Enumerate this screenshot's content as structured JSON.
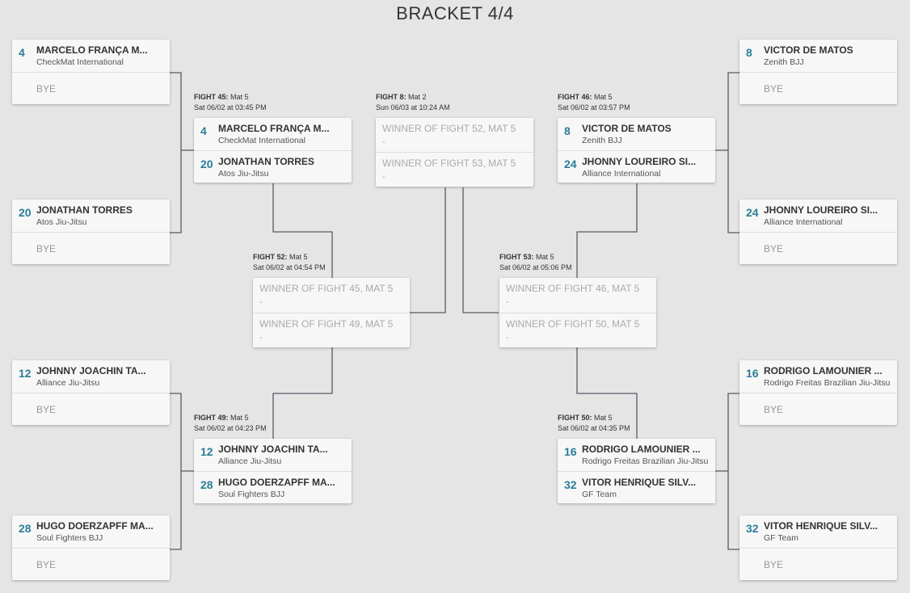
{
  "page": {
    "title": "BRACKET 4/4"
  },
  "bye_label": "BYE",
  "first_round": [
    {
      "seed": "4",
      "name": "MARCELO FRANÇA M...",
      "team": "CheckMat International"
    },
    {
      "seed": "20",
      "name": "JONATHAN TORRES",
      "team": "Atos Jiu-Jitsu"
    },
    {
      "seed": "12",
      "name": "JOHNNY JOACHIN TA...",
      "team": "Alliance Jiu-Jitsu"
    },
    {
      "seed": "28",
      "name": "HUGO DOERZAPFF MA...",
      "team": "Soul Fighters BJJ"
    },
    {
      "seed": "8",
      "name": "VICTOR DE MATOS",
      "team": "Zenith BJJ"
    },
    {
      "seed": "24",
      "name": "JHONNY LOUREIRO SI...",
      "team": "Alliance International"
    },
    {
      "seed": "16",
      "name": "RODRIGO LAMOUNIER ...",
      "team": "Rodrigo Freitas Brazilian Jiu-Jitsu"
    },
    {
      "seed": "32",
      "name": "VITOR HENRIQUE SILV...",
      "team": "GF Team"
    }
  ],
  "fights": {
    "f45": {
      "fight_number": "FIGHT 45:",
      "mat": "Mat 5",
      "time": "Sat 06/02 at 03:45 PM",
      "top": {
        "seed": "4",
        "name": "MARCELO FRANÇA M...",
        "team": "CheckMat International"
      },
      "bottom": {
        "seed": "20",
        "name": "JONATHAN TORRES",
        "team": "Atos Jiu-Jitsu"
      }
    },
    "f49": {
      "fight_number": "FIGHT 49:",
      "mat": "Mat 5",
      "time": "Sat 06/02 at 04:23 PM",
      "top": {
        "seed": "12",
        "name": "JOHNNY JOACHIN TA...",
        "team": "Alliance Jiu-Jitsu"
      },
      "bottom": {
        "seed": "28",
        "name": "HUGO DOERZAPFF MA...",
        "team": "Soul Fighters BJJ"
      }
    },
    "f46": {
      "fight_number": "FIGHT 46:",
      "mat": "Mat 5",
      "time": "Sat 06/02 at 03:57 PM",
      "top": {
        "seed": "8",
        "name": "VICTOR DE MATOS",
        "team": "Zenith BJJ"
      },
      "bottom": {
        "seed": "24",
        "name": "JHONNY LOUREIRO SI...",
        "team": "Alliance International"
      }
    },
    "f50": {
      "fight_number": "FIGHT 50:",
      "mat": "Mat 5",
      "time": "Sat 06/02 at 04:35 PM",
      "top": {
        "seed": "16",
        "name": "RODRIGO LAMOUNIER ...",
        "team": "Rodrigo Freitas Brazilian Jiu-Jitsu"
      },
      "bottom": {
        "seed": "32",
        "name": "VITOR HENRIQUE SILV...",
        "team": "GF Team"
      }
    },
    "f52": {
      "fight_number": "FIGHT 52:",
      "mat": "Mat 5",
      "time": "Sat 06/02 at 04:54 PM",
      "top": {
        "title": "WINNER OF FIGHT 45, MAT 5",
        "sub": "-"
      },
      "bottom": {
        "title": "WINNER OF FIGHT 49, MAT 5",
        "sub": "-"
      }
    },
    "f53": {
      "fight_number": "FIGHT 53:",
      "mat": "Mat 5",
      "time": "Sat 06/02 at 05:06 PM",
      "top": {
        "title": "WINNER OF FIGHT 46, MAT 5",
        "sub": "-"
      },
      "bottom": {
        "title": "WINNER OF FIGHT 50, MAT 5",
        "sub": "-"
      }
    },
    "f8": {
      "fight_number": "FIGHT 8:",
      "mat": "Mat 2",
      "time": "Sun 06/03 at 10:24 AM",
      "top": {
        "title": "WINNER OF FIGHT 52, MAT 5",
        "sub": "-"
      },
      "bottom": {
        "title": "WINNER OF FIGHT 53, MAT 5",
        "sub": "-"
      }
    }
  },
  "colors": {
    "seed": "#2b7d98",
    "connector": "#555c66",
    "background": "#e5e5e5",
    "card": "#f7f7f7"
  }
}
